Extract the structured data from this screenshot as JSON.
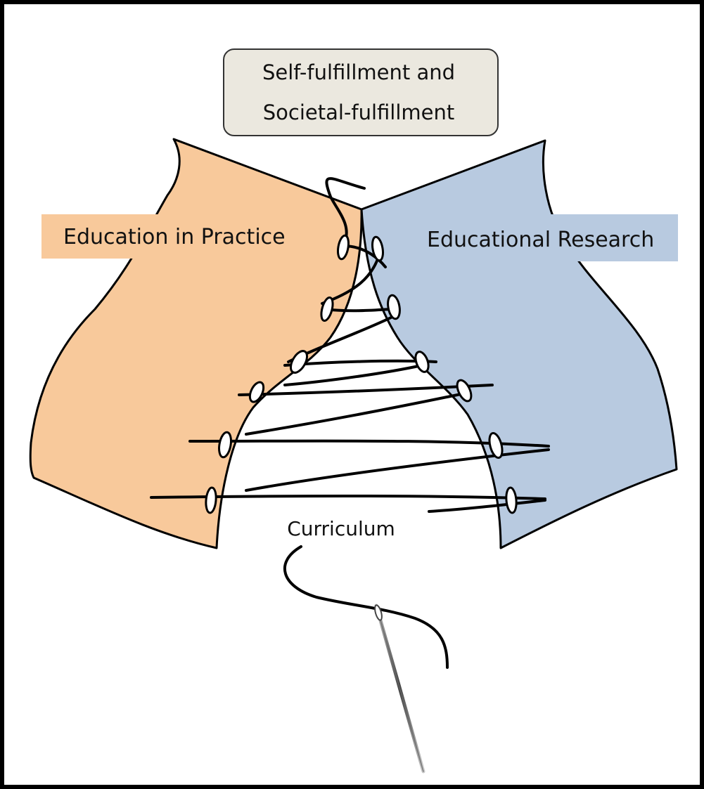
{
  "top_box": {
    "line1": "Self-fulfillment and",
    "line2": "Societal-fulfillment"
  },
  "left_label": "Education in Practice",
  "right_label": "Educational Research",
  "bottom_label": "Curriculum",
  "colors": {
    "left_fabric": "#f8c99b",
    "right_fabric": "#b8cae0",
    "top_box_fill": "#ebe8df",
    "thread": "#000000"
  }
}
